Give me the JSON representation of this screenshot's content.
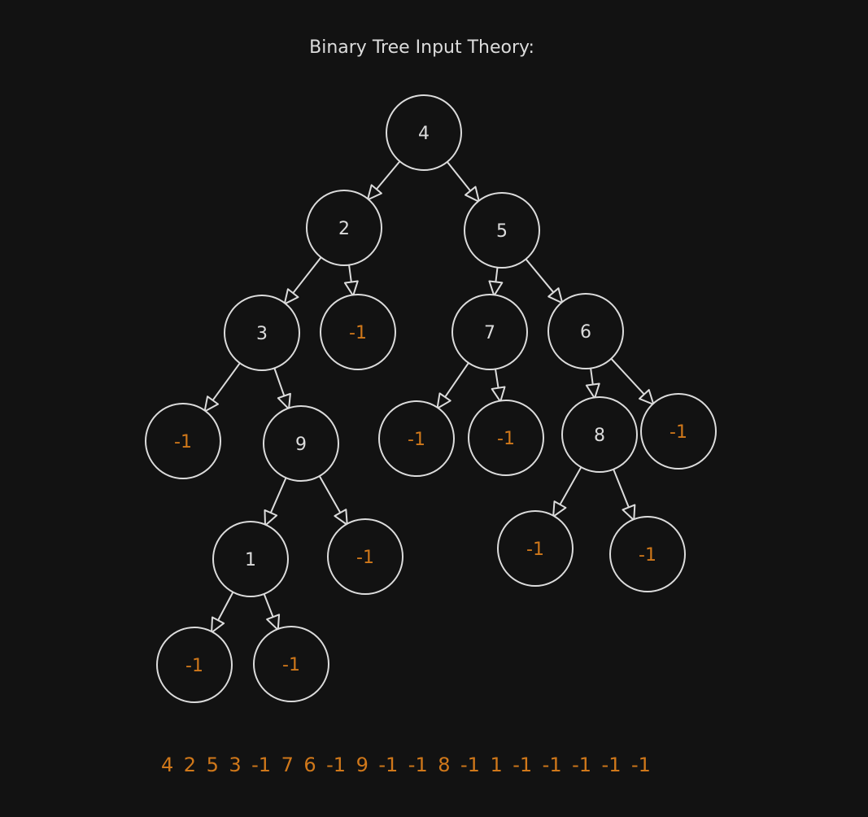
{
  "title": "Binary Tree Input Theory:",
  "colors": {
    "background": "#121212",
    "stroke": "#dcdcdc",
    "node_text": "#dcdcdc",
    "null_text": "#d0781a",
    "sequence_text": "#d0781a"
  },
  "nodes": [
    {
      "id": "n4",
      "label": "4",
      "is_null": false
    },
    {
      "id": "n2",
      "label": "2",
      "is_null": false
    },
    {
      "id": "n5",
      "label": "5",
      "is_null": false
    },
    {
      "id": "n3",
      "label": "3",
      "is_null": false
    },
    {
      "id": "nA",
      "label": "-1",
      "is_null": true
    },
    {
      "id": "n7",
      "label": "7",
      "is_null": false
    },
    {
      "id": "n6",
      "label": "6",
      "is_null": false
    },
    {
      "id": "nB",
      "label": "-1",
      "is_null": true
    },
    {
      "id": "n9",
      "label": "9",
      "is_null": false
    },
    {
      "id": "nC",
      "label": "-1",
      "is_null": true
    },
    {
      "id": "nD",
      "label": "-1",
      "is_null": true
    },
    {
      "id": "n8",
      "label": "8",
      "is_null": false
    },
    {
      "id": "nE",
      "label": "-1",
      "is_null": true
    },
    {
      "id": "n1",
      "label": "1",
      "is_null": false
    },
    {
      "id": "nF",
      "label": "-1",
      "is_null": true
    },
    {
      "id": "nG",
      "label": "-1",
      "is_null": true
    },
    {
      "id": "nH",
      "label": "-1",
      "is_null": true
    },
    {
      "id": "nI",
      "label": "-1",
      "is_null": true
    },
    {
      "id": "nJ",
      "label": "-1",
      "is_null": true
    }
  ],
  "edges": [
    [
      "n4",
      "n2"
    ],
    [
      "n4",
      "n5"
    ],
    [
      "n2",
      "n3"
    ],
    [
      "n2",
      "nA"
    ],
    [
      "n5",
      "n7"
    ],
    [
      "n5",
      "n6"
    ],
    [
      "n3",
      "nB"
    ],
    [
      "n3",
      "n9"
    ],
    [
      "n7",
      "nC"
    ],
    [
      "n7",
      "nD"
    ],
    [
      "n6",
      "n8"
    ],
    [
      "n6",
      "nE"
    ],
    [
      "n9",
      "n1"
    ],
    [
      "n9",
      "nF"
    ],
    [
      "n8",
      "nG"
    ],
    [
      "n8",
      "nH"
    ],
    [
      "n1",
      "nI"
    ],
    [
      "n1",
      "nJ"
    ]
  ],
  "sequence": [
    "4",
    "2",
    "5",
    "3",
    "-1",
    "7",
    "6",
    "-1",
    "9",
    "-1",
    "-1",
    "8",
    "-1",
    "1",
    "-1",
    "-1",
    "-1",
    "-1",
    "-1"
  ]
}
